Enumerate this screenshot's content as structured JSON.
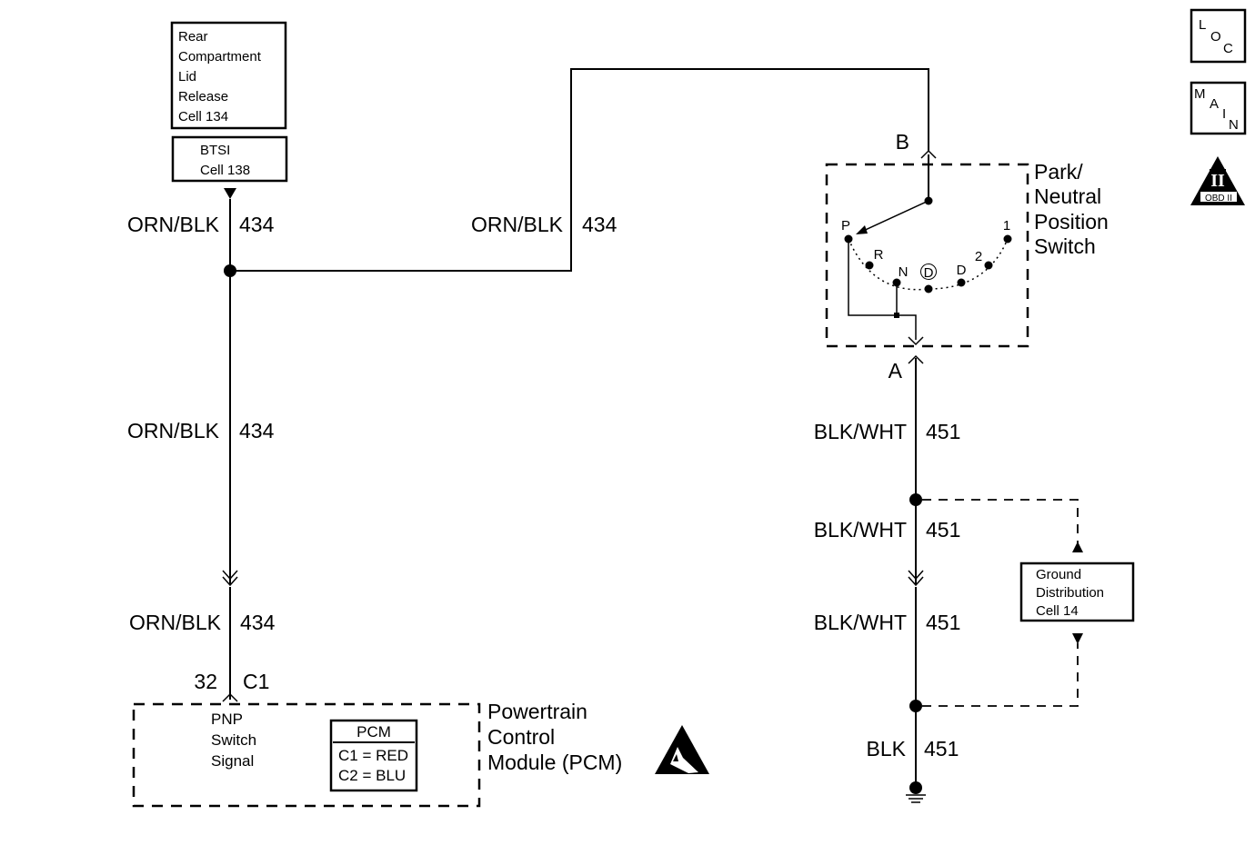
{
  "refs": {
    "rear_compartment": [
      "Rear",
      "Compartment",
      "Lid",
      "Release",
      "Cell 134"
    ],
    "btsi": [
      "BTSI",
      "Cell 138"
    ],
    "ground_distribution": [
      "Ground",
      "Distribution",
      "Cell 14"
    ]
  },
  "wires": {
    "orn_blk_color": "ORN/BLK",
    "orn_blk_circuit": "434",
    "blk_wht_color": "BLK/WHT",
    "blk_wht_circuit": "451",
    "blk_color": "BLK",
    "blk_circuit": "451"
  },
  "connectors": {
    "pcm_pin": "32",
    "pcm_connector": "C1",
    "switch_b": "B",
    "switch_a": "A"
  },
  "pnp_switch": {
    "title": [
      "Park/",
      "Neutral",
      "Position",
      "Switch"
    ],
    "positions": [
      "P",
      "R",
      "N",
      "D",
      "D",
      "2",
      "1"
    ]
  },
  "pcm": {
    "title": [
      "Powertrain",
      "Control",
      "Module (PCM)"
    ],
    "signal": [
      "PNP",
      "Switch",
      "Signal"
    ],
    "legend_title": "PCM",
    "legend": [
      "C1 = RED",
      "C2 = BLU"
    ]
  },
  "badges": {
    "loc": [
      "L",
      "O",
      "C"
    ],
    "main": [
      "M",
      "A",
      "I",
      "N"
    ],
    "obd_numeral": "II",
    "obd_label": "OBD II"
  },
  "icons": {
    "esd": "esd-warning-icon",
    "ground": "ground-icon",
    "connector": "connector-chevron-icon"
  }
}
